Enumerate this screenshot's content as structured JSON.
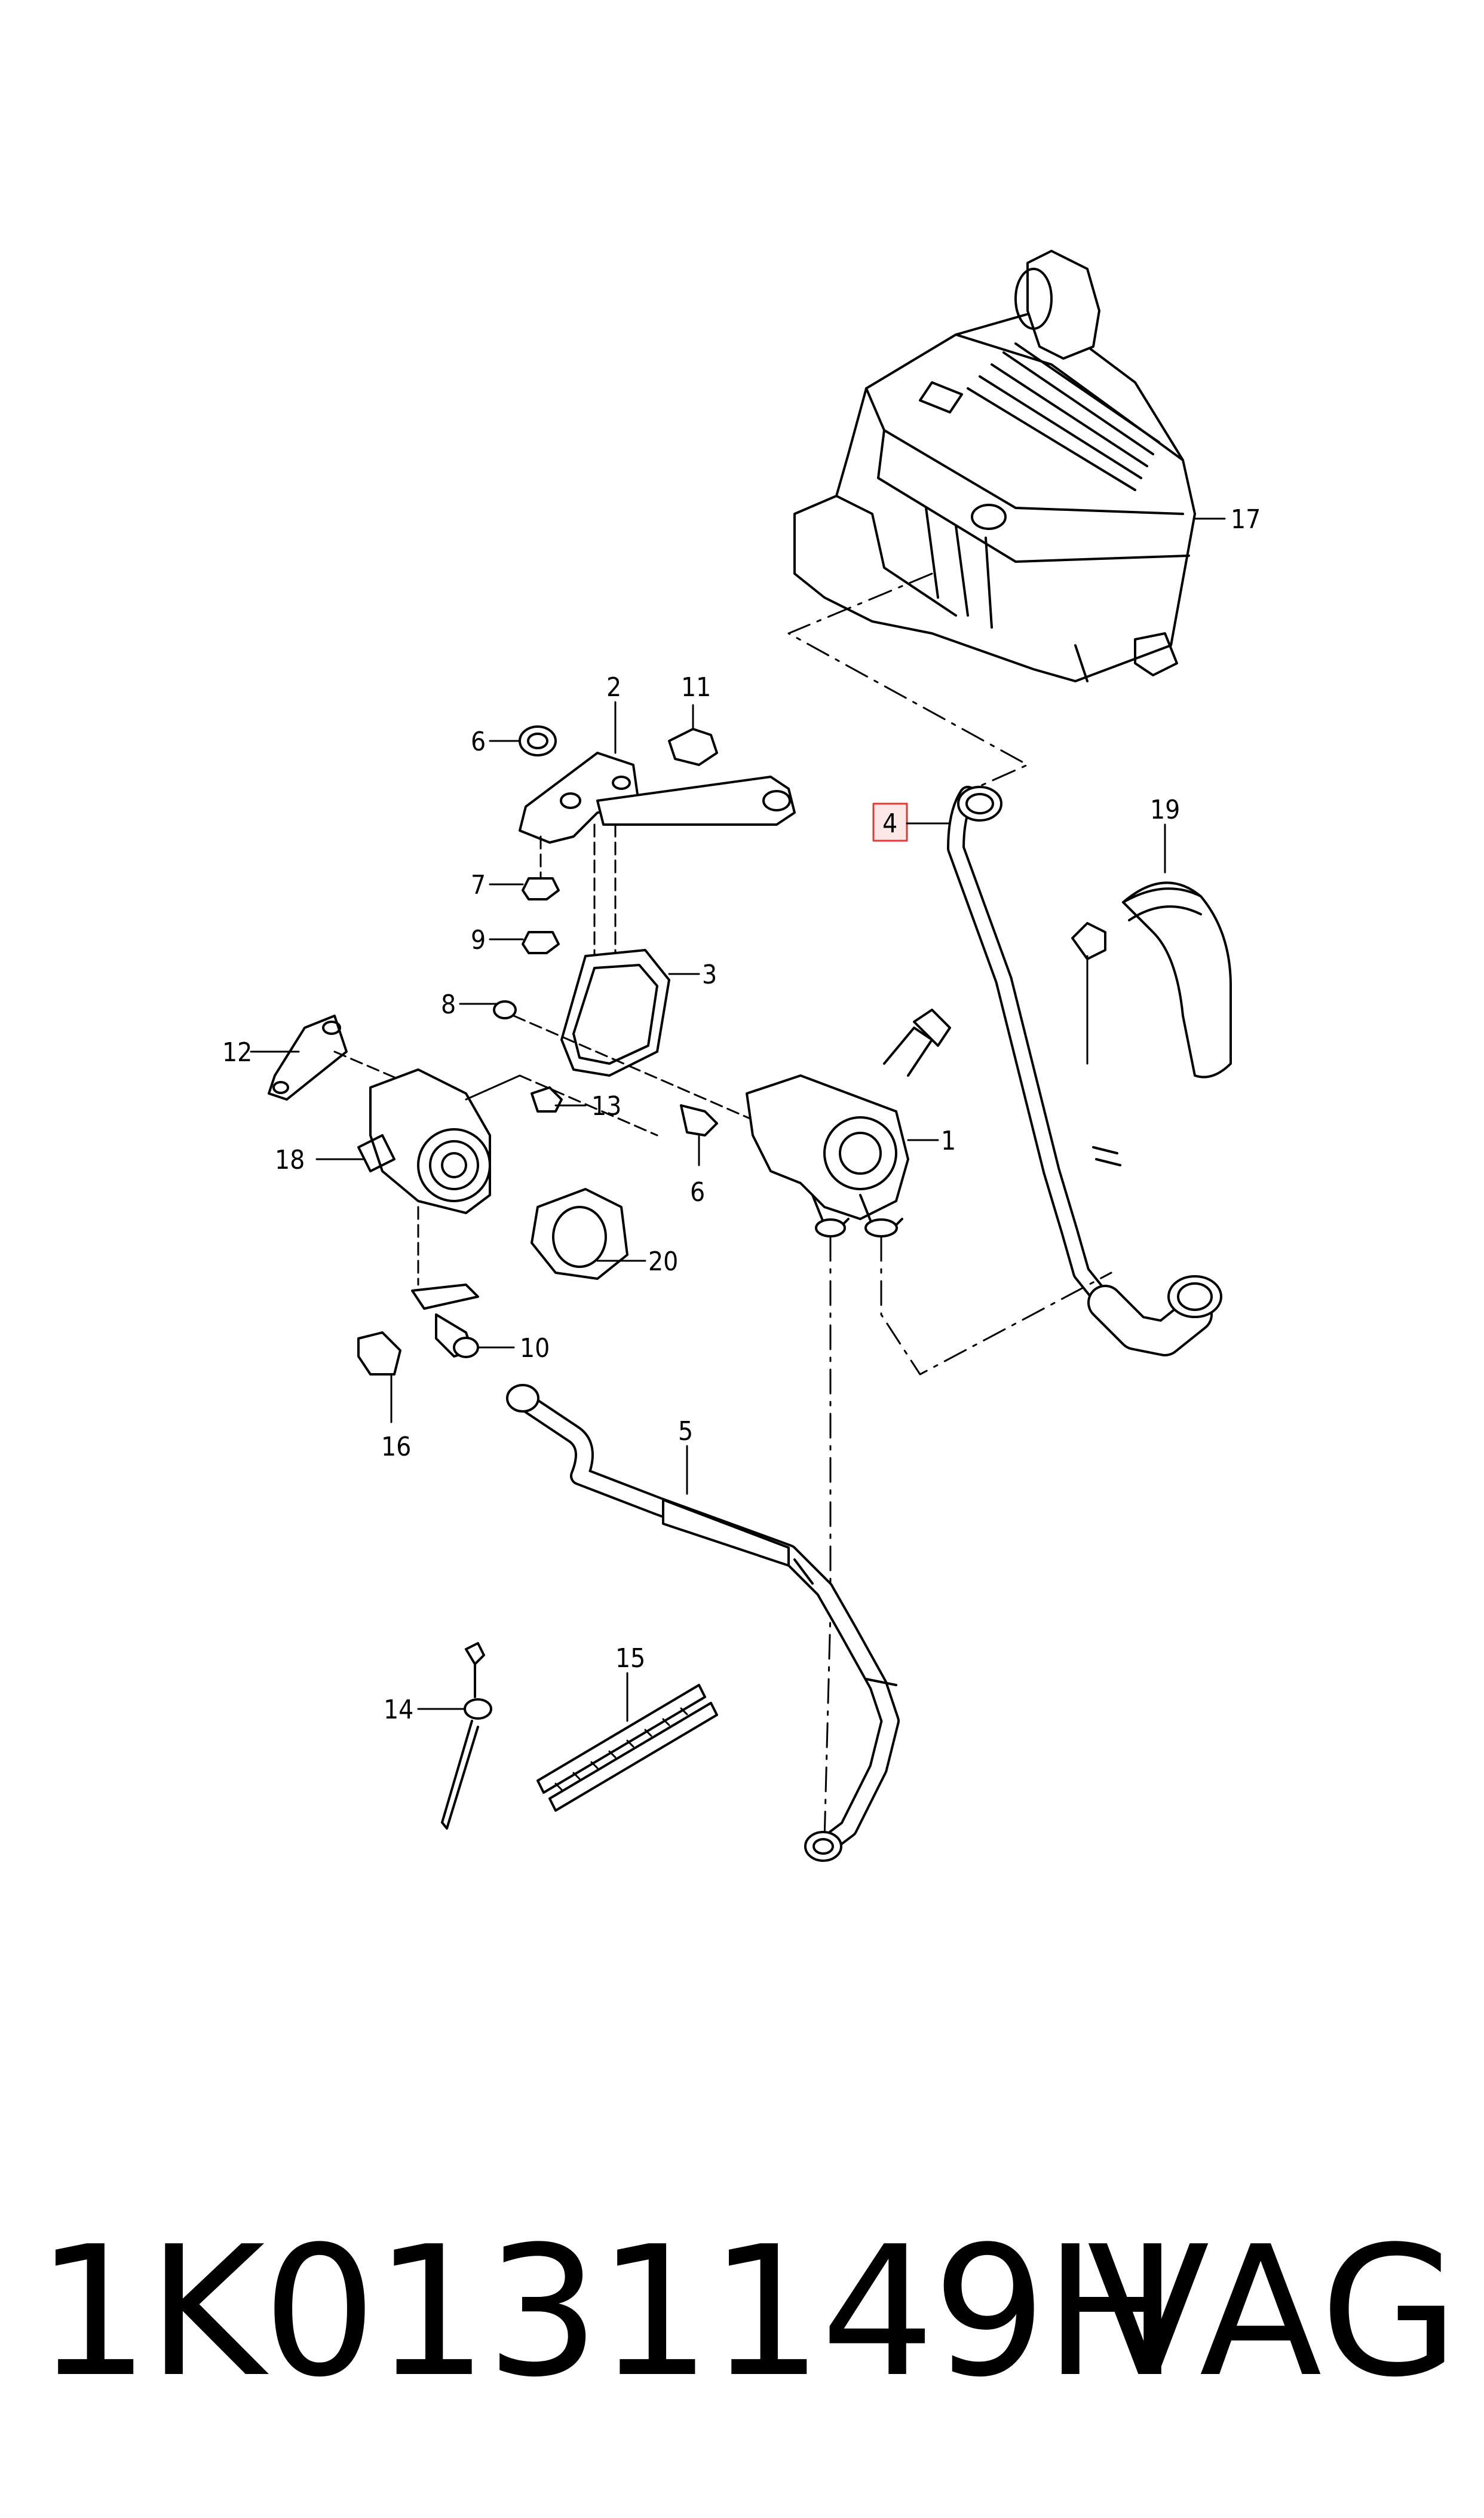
{
  "callouts": {
    "c1": "1",
    "c2": "2",
    "c3": "3",
    "c4": "4",
    "c5": "5",
    "c6a": "6",
    "c6b": "6",
    "c7": "7",
    "c8": "8",
    "c9": "9",
    "c10": "10",
    "c11": "11",
    "c12": "12",
    "c13": "13",
    "c14": "14",
    "c15": "15",
    "c16": "16",
    "c17": "17",
    "c18": "18",
    "c19": "19",
    "c20": "20"
  },
  "highlight": {
    "part": "4",
    "color": "#e53935"
  },
  "footer": {
    "part_number": "1K0131149H",
    "brand": "VAG"
  },
  "colors": {
    "line": "#000000",
    "background": "#ffffff"
  }
}
